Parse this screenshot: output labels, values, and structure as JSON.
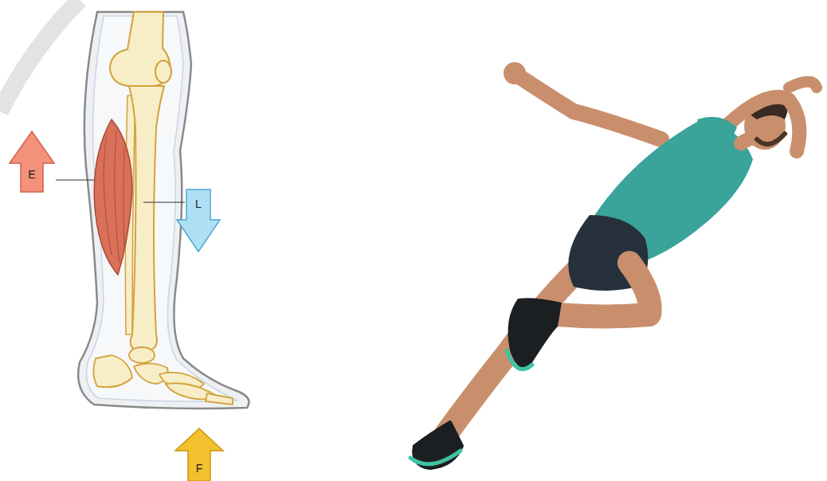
{
  "diagram": {
    "nodes": [
      {
        "text": [
          "E"
        ]
      },
      {
        "text": [
          "L"
        ]
      },
      {
        "text": [
          "F"
        ]
      }
    ]
  }
}
